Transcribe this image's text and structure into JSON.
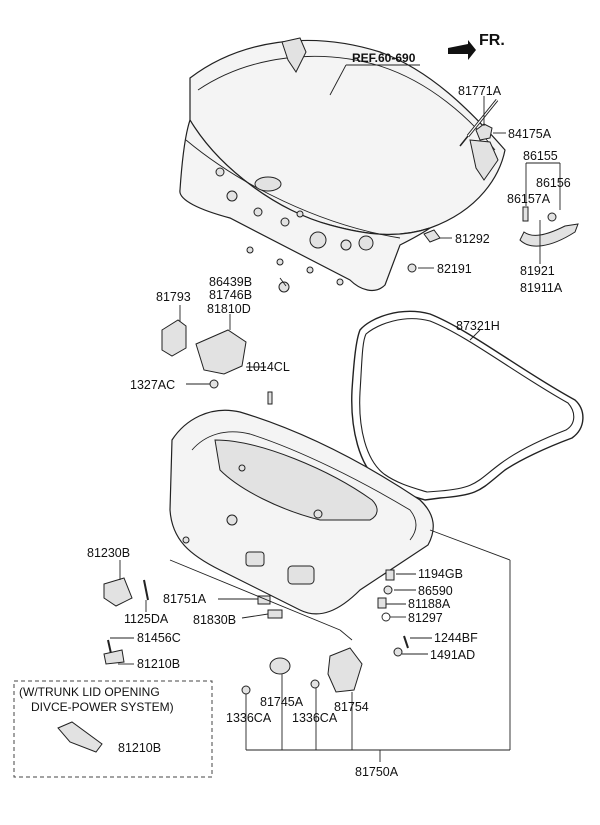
{
  "header": {
    "reference": "REF.60-690",
    "direction": "FR."
  },
  "note": {
    "line1": "(W/TRUNK LID OPENING",
    "line2": "DIVCE-POWER SYSTEM)"
  },
  "labels": {
    "p81771A": "81771A",
    "p84175A": "84175A",
    "p86155": "86155",
    "p86156": "86156",
    "p86157A": "86157A",
    "p81292": "81292",
    "p81921": "81921",
    "p81911A": "81911A",
    "p82191": "82191",
    "p86439B": "86439B",
    "p81746B": "81746B",
    "p81793": "81793",
    "p81810D": "81810D",
    "p87321H": "87321H",
    "p1014CL": "1014CL",
    "p1327AC": "1327AC",
    "p81230B": "81230B",
    "p81751A": "81751A",
    "p1125DA": "1125DA",
    "p81830B": "81830B",
    "p81456C": "81456C",
    "p81210B_a": "81210B",
    "p1194GB": "1194GB",
    "p86590": "86590",
    "p81188A": "81188A",
    "p81297": "81297",
    "p1244BF": "1244BF",
    "p1491AD": "1491AD",
    "p81745A": "81745A",
    "p81754": "81754",
    "p1336CA_a": "1336CA",
    "p1336CA_b": "1336CA",
    "p81210B_b": "81210B",
    "p81750A": "81750A"
  }
}
